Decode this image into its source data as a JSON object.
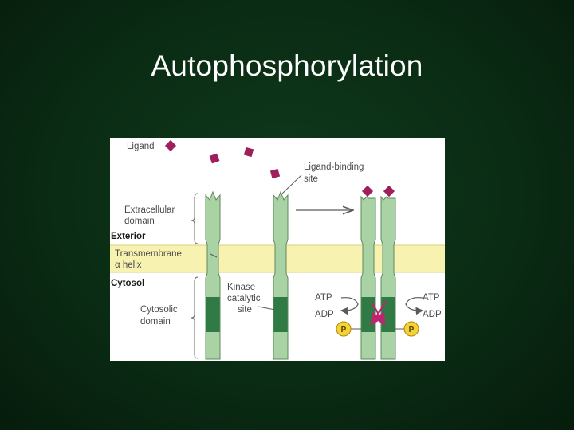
{
  "title": "Autophosphorylation",
  "figure": {
    "labels": {
      "ligand": "Ligand",
      "ligand_binding_site_1": "Ligand-binding",
      "ligand_binding_site_2": "site",
      "extracellular_1": "Extracellular",
      "extracellular_2": "domain",
      "exterior": "Exterior",
      "transmembrane_1": "Transmembrane",
      "transmembrane_2": "α helix",
      "cytosol": "Cytosol",
      "kinase_1": "Kinase",
      "kinase_2": "catalytic",
      "kinase_3": "site",
      "cytosolic_1": "Cytosolic",
      "cytosolic_2": "domain",
      "atp_left": "ATP",
      "adp_left": "ADP",
      "atp_right": "ATP",
      "adp_right": "ADP",
      "phosphate_left": "P",
      "phosphate_right": "P"
    },
    "colors": {
      "panel": "#ffffff",
      "membrane": "#f7f2b0",
      "receptor_light": "#a9d3a4",
      "receptor_dark": "#2f7a45",
      "receptor_outline": "#5e8a5c",
      "ligand": "#9e1f5c",
      "phosphate": "#f3d23a",
      "cross_arrows": "#c0246e"
    }
  }
}
